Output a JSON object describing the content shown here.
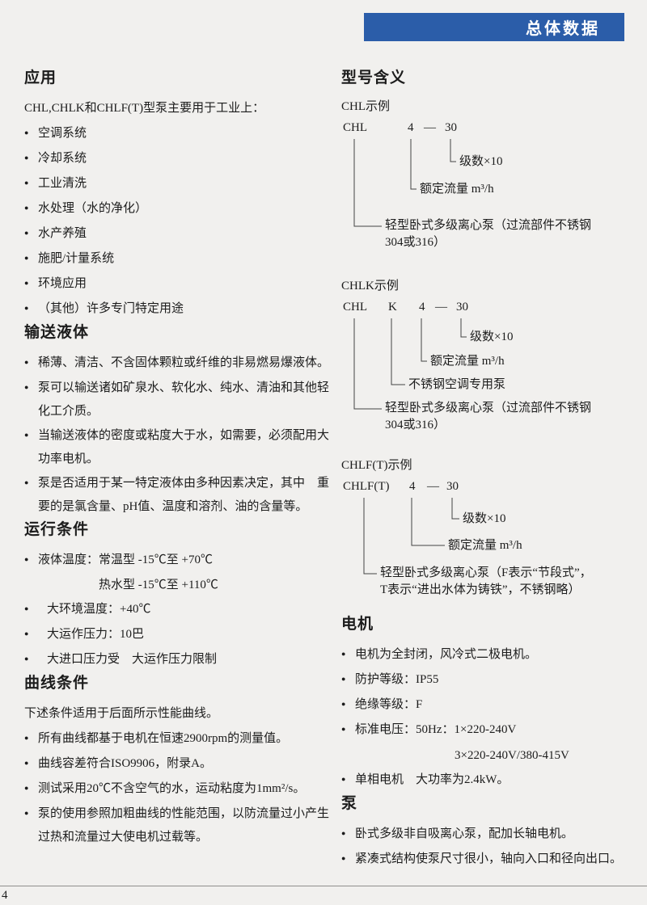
{
  "header": {
    "title": "总体数据",
    "bar_color": "#2b5da9"
  },
  "sections": {
    "application": {
      "heading": "应用",
      "intro": "CHL,CHLK和CHLF(T)型泵主要用于工业上：",
      "items": [
        "空调系统",
        "冷却系统",
        "工业清洗",
        "水处理（水的净化）",
        "水产养殖",
        "施肥/计量系统",
        "环境应用",
        "（其他）许多专门特定用途"
      ]
    },
    "liquids": {
      "heading": "输送液体",
      "items": [
        "稀薄、清洁、不含固体颗粒或纤维的非易燃易爆液体。",
        "泵可以输送诸如矿泉水、软化水、纯水、清油和其他轻化工介质。",
        "当输送液体的密度或粘度大于水，如需要，必须配用大功率电机。",
        "泵是否适用于某一特定液体由多种因素决定，其中　重要的是氯含量、pH值、温度和溶剂、油的含量等。"
      ]
    },
    "operating": {
      "heading": "运行条件",
      "temp_line1": "液体温度：常温型 -15℃至 +70℃",
      "temp_line2": "热水型 -15℃至 +110℃",
      "items": [
        "大环境温度：+40℃",
        "大运作压力：10巴",
        "大进口压力受　大运作压力限制"
      ]
    },
    "curves": {
      "heading": "曲线条件",
      "intro": "下述条件适用于后面所示性能曲线。",
      "items": [
        "所有曲线都基于电机在恒速2900rpm的测量值。",
        "曲线容差符合ISO9906，附录A。",
        "测试采用20℃不含空气的水，运动粘度为1mm²/s。",
        "泵的使用参照加粗曲线的性能范围，以防流量过小产生过热和流量过大使电机过载等。"
      ]
    },
    "model": {
      "heading": "型号含义",
      "diagrams": [
        {
          "caption": "CHL示例",
          "tokens": [
            "CHL",
            "4",
            "—",
            "30"
          ],
          "labels": [
            "级数×10",
            "额定流量 m³/h",
            "轻型卧式多级离心泵（过流部件不锈钢\n304或316）"
          ]
        },
        {
          "caption": "CHLK示例",
          "tokens": [
            "CHL",
            "K",
            "4",
            "—",
            "30"
          ],
          "labels": [
            "级数×10",
            "额定流量 m³/h",
            "不锈钢空调专用泵",
            "轻型卧式多级离心泵（过流部件不锈钢\n304或316）"
          ]
        },
        {
          "caption": "CHLF(T)示例",
          "tokens": [
            "CHLF(T)",
            "4",
            "—",
            "30"
          ],
          "labels": [
            "级数×10",
            "额定流量 m³/h",
            "轻型卧式多级离心泵（F表示“节段式”，\nT表示“进出水体为铸铁”，不锈钢略）"
          ]
        }
      ]
    },
    "motor": {
      "heading": "电机",
      "items": [
        "电机为全封闭，风冷式二极电机。",
        "防护等级：IP55",
        "绝缘等级：F",
        "标准电压：50Hz：1×220-240V",
        "单相电机　大功率为2.4kW。"
      ],
      "voltage_line2": "3×220-240V/380-415V"
    },
    "pump": {
      "heading": "泵",
      "items": [
        "卧式多级非自吸离心泵，配加长轴电机。",
        "紧凑式结构使泵尺寸很小，轴向入口和径向出口。"
      ]
    }
  },
  "footer": {
    "page_number": "4"
  }
}
